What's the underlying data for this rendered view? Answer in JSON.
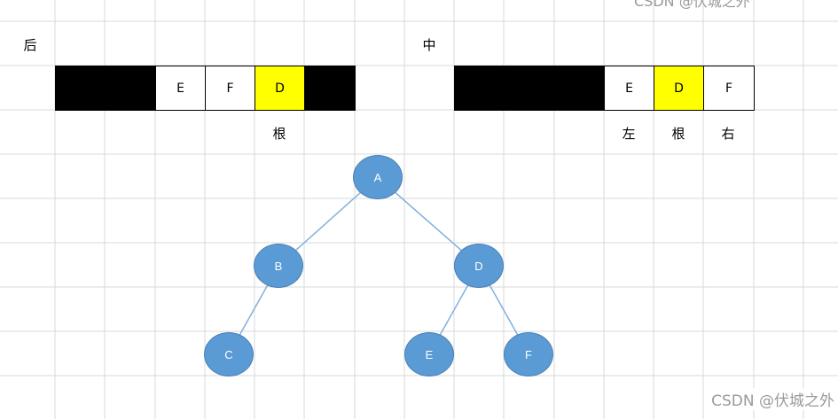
{
  "labels": {
    "post_title": "后",
    "in_title": "中",
    "post_root": "根",
    "in_left": "左",
    "in_root": "根",
    "in_right": "右"
  },
  "postorder": {
    "cells": [
      {
        "text": "",
        "fill": "black"
      },
      {
        "text": "",
        "fill": "black"
      },
      {
        "text": "E",
        "fill": "white"
      },
      {
        "text": "F",
        "fill": "white"
      },
      {
        "text": "D",
        "fill": "yellow"
      },
      {
        "text": "",
        "fill": "black"
      }
    ]
  },
  "inorder": {
    "cells": [
      {
        "text": "",
        "fill": "black"
      },
      {
        "text": "",
        "fill": "black"
      },
      {
        "text": "",
        "fill": "black"
      },
      {
        "text": "E",
        "fill": "white"
      },
      {
        "text": "D",
        "fill": "yellow"
      },
      {
        "text": "F",
        "fill": "white"
      }
    ]
  },
  "tree": {
    "nodes": [
      "A",
      "B",
      "D",
      "C",
      "E",
      "F"
    ],
    "edges": [
      [
        "A",
        "B"
      ],
      [
        "A",
        "D"
      ],
      [
        "B",
        "C"
      ],
      [
        "D",
        "E"
      ],
      [
        "D",
        "F"
      ]
    ]
  },
  "colors": {
    "node_fill": "#5b9bd5",
    "edge": "#7fb0dd",
    "highlight": "#ffff00",
    "grid": "#d9d9d9"
  },
  "watermark": "CSDN @伏城之外",
  "watermark_top_fragment": "CSDN @伏城之外"
}
